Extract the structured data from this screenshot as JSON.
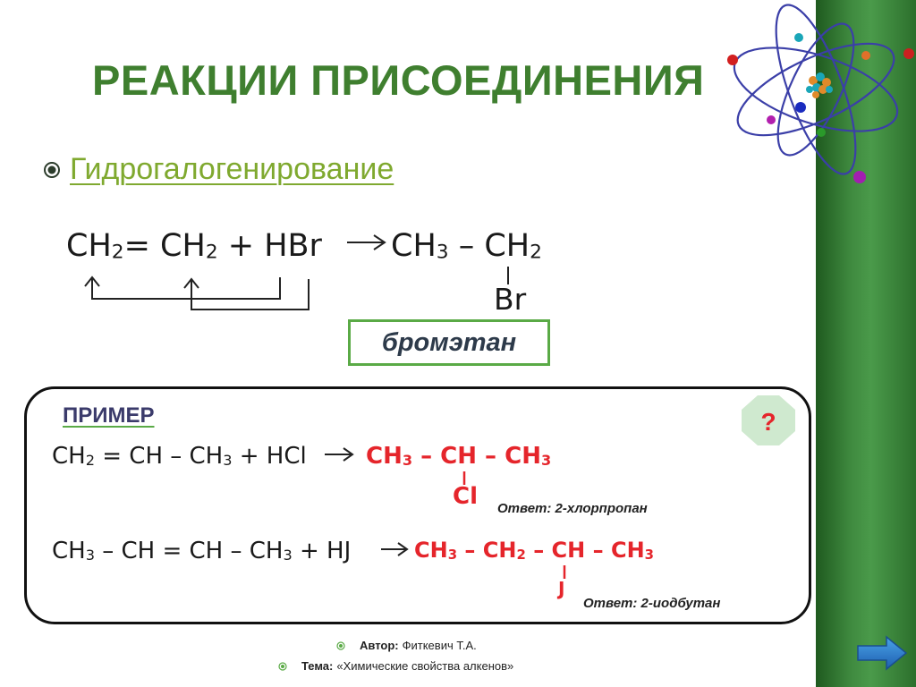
{
  "title": "РЕАКЦИИ ПРИСОЕДИНЕНИЯ",
  "subtitle": "Гидрогалогенирование",
  "eq1": {
    "left_a": "CH",
    "left_a_sub": "2",
    "eq": "=",
    "left_b": "CH",
    "left_b_sub": "2",
    "plus_reagent": "+ HBr",
    "product_a": "CH",
    "product_a_sub": "3",
    "dash": "–",
    "product_b": "CH",
    "product_b_sub": "2",
    "substituent": "Br"
  },
  "product_name": "бромэтан",
  "example": {
    "label": "ПРИМЕР",
    "help_symbol": "?",
    "r1": {
      "reactant": [
        "CH",
        "2",
        " = CH – CH",
        "3",
        " + HCl"
      ],
      "product": [
        "CH",
        "3",
        " – CH – CH",
        "3"
      ],
      "substituent": "Cl",
      "answer": "Ответ: 2-хлорпропан"
    },
    "r2": {
      "reactant": [
        "CH",
        "3",
        " – CH = CH – CH",
        "3",
        " + HJ"
      ],
      "product": [
        "CH",
        "3",
        " – CH",
        "2",
        " – CH – CH",
        "3"
      ],
      "substituent": "J",
      "answer": "Ответ: 2-иодбутан"
    }
  },
  "footer": {
    "author_label": "Автор:",
    "author_value": "Фиткевич Т.А.",
    "topic_label": "Тема:",
    "topic_value": "«Химические свойства алкенов»"
  },
  "colors": {
    "title": "#3f7f2f",
    "subtitle": "#7fa92f",
    "product_red": "#e5252b",
    "box_green": "#5aaa46",
    "sidebar_green": "#3f8a3f",
    "arrow_blue": "#1e73c8"
  },
  "icons": {
    "bullet": "bullet-ring-icon",
    "atom": "atom-icon",
    "next": "arrow-right-icon",
    "help": "question-octagon-icon"
  }
}
